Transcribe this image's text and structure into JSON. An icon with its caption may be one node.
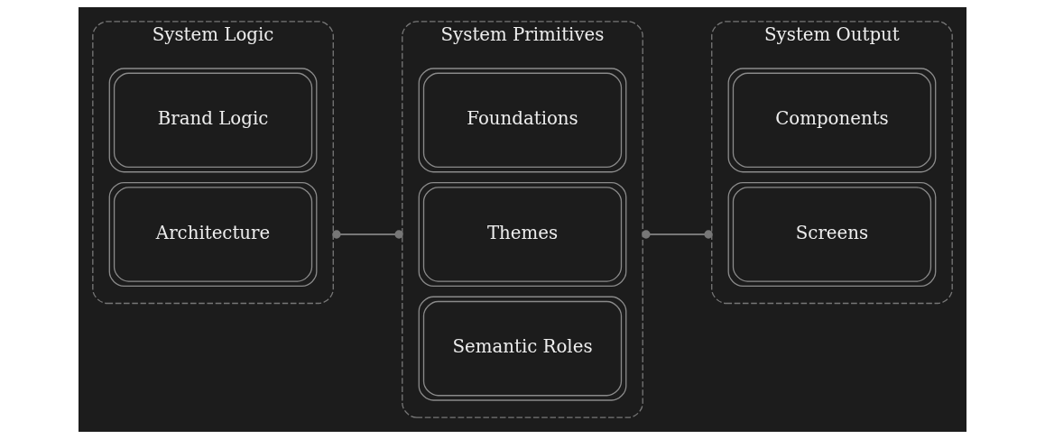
{
  "diagram": {
    "nodes": [
      {
        "text": [
          "System Logic"
        ]
      },
      {
        "text": [
          "Brand Logic"
        ],
        "in": 0
      },
      {
        "text": [
          "Architecture"
        ],
        "in": 0
      },
      {
        "text": [
          "System Primitives"
        ]
      },
      {
        "text": [
          "Foundations"
        ],
        "in": 3
      },
      {
        "text": [
          "Themes"
        ],
        "in": 3
      },
      {
        "text": [
          "Semantic Roles"
        ],
        "in": 3
      },
      {
        "text": [
          "System Output"
        ]
      },
      {
        "text": [
          "Components"
        ],
        "in": 7
      },
      {
        "text": [
          "Screens"
        ],
        "in": 7
      }
    ],
    "edges": [
      {
        "from": 0,
        "to": 3,
        "arrow": "other"
      },
      {
        "from": 3,
        "to": 7,
        "arrow": "other"
      }
    ]
  }
}
